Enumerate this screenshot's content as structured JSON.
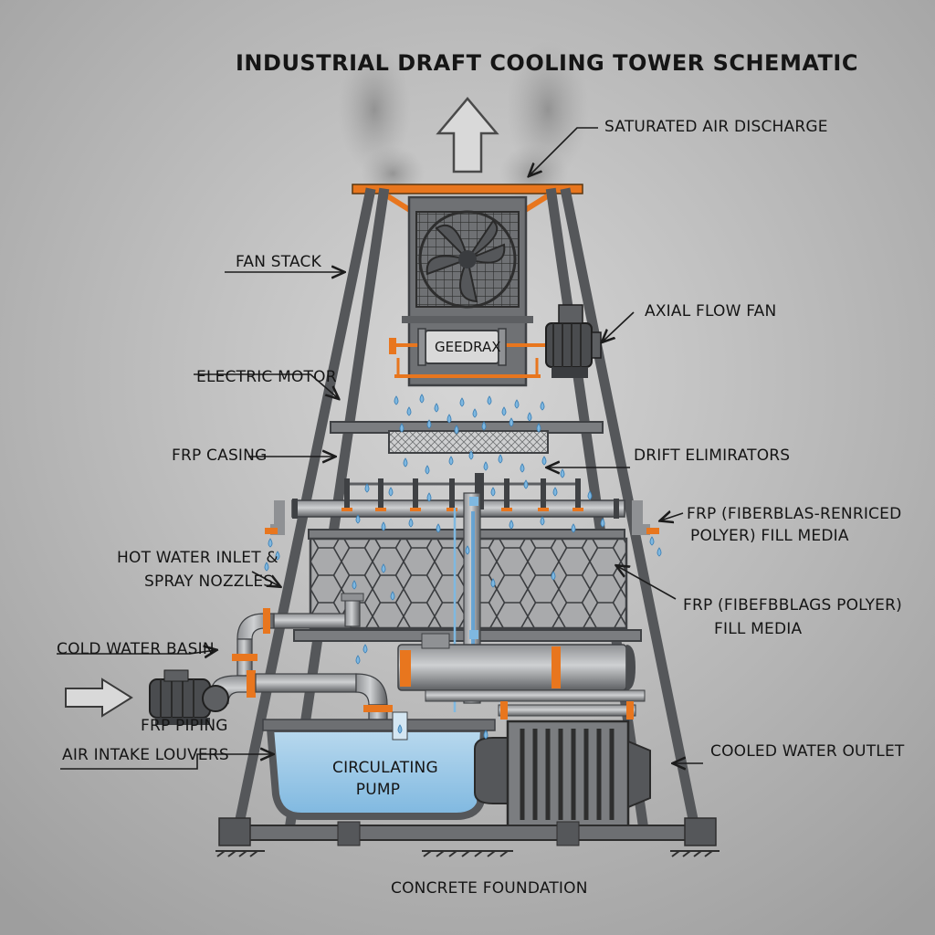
{
  "title": "INDUSTRIAL DRAFT COOLING TOWER SCHEMATIC",
  "labels": {
    "saturated_air": "SATURATED AIR DISCHARGE",
    "fan_stack": "FAN STACK",
    "axial_fan": "AXIAL FLOW FAN",
    "electric_motor": "ELECTRIC MOTOR",
    "frp_casing": "FRP CASING",
    "drift_eliminators": "DRIFT ELIMIRATORS",
    "fill_media_1_line1": "FRP (FIBERBLAS-RENRICED",
    "fill_media_1_line2": "POLYER) FILL MEDIA",
    "hot_water_line1": "HOT WATER INLET &",
    "hot_water_line2": "SPRAY NOZZLES",
    "fill_media_2_line1": "FRP (FIBEFBBLAGS POLYER)",
    "fill_media_2_line2": "FILL MEDIA",
    "cold_water_basin": "COLD WATER BASIN",
    "frp_piping": "FRP PIPING",
    "air_intake": "AIR INTAKE LOUVERS",
    "cooled_water": "COOLED WATER OUTLET",
    "circulating_line1": "CIRCULATING",
    "circulating_line2": "PUMP",
    "concrete": "CONCRETE FOUNDATION",
    "gearbox": "GEEDRAX"
  },
  "colors": {
    "background": "#bfbfbf",
    "steel": "#6d6f72",
    "steel_dark": "#3f4144",
    "accent_orange": "#e8761e",
    "water": "#7fb8e0",
    "water_light": "#b9d9ee",
    "ink": "#151515"
  }
}
